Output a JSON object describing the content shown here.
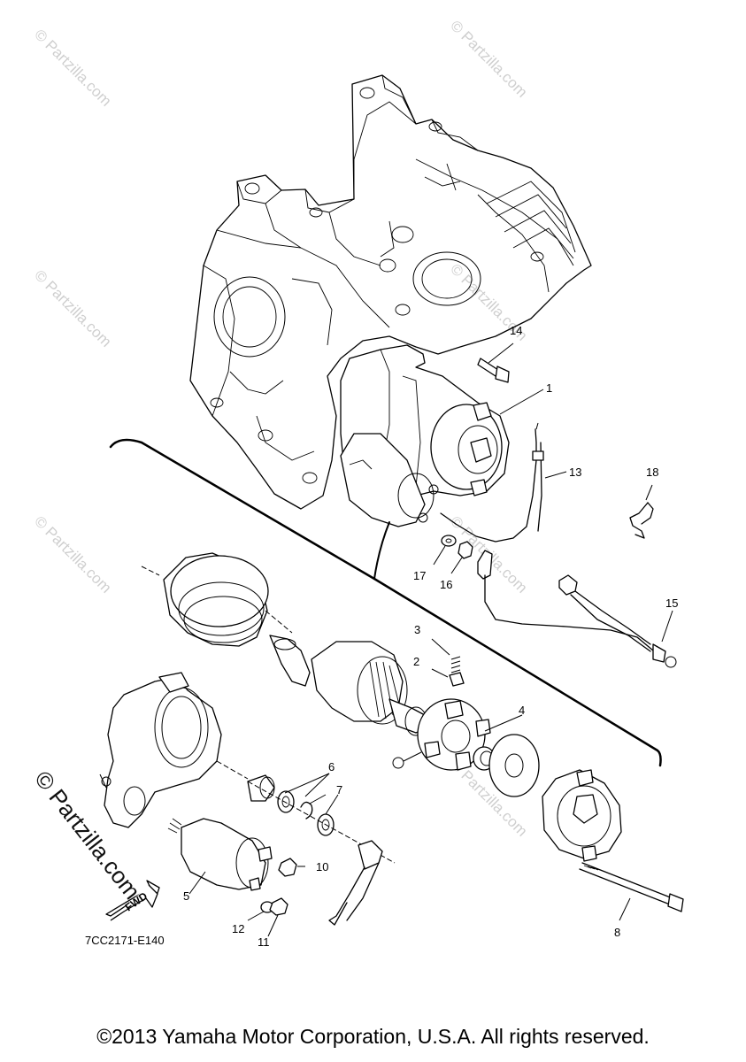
{
  "diagram_code": "7CC2171-E140",
  "copyright": "©2013 Yamaha Motor Corporation, U.S.A. All rights reserved.",
  "watermark": "© Partzilla.com",
  "fwd_label": "FWD",
  "callouts": {
    "c1": "1",
    "c2": "2",
    "c3": "3",
    "c4": "4",
    "c5": "5",
    "c6": "6",
    "c7": "7",
    "c8": "8",
    "c10": "10",
    "c11": "11",
    "c12": "12",
    "c13": "13",
    "c14": "14",
    "c15": "15",
    "c16": "16",
    "c17": "17",
    "c18": "18"
  }
}
